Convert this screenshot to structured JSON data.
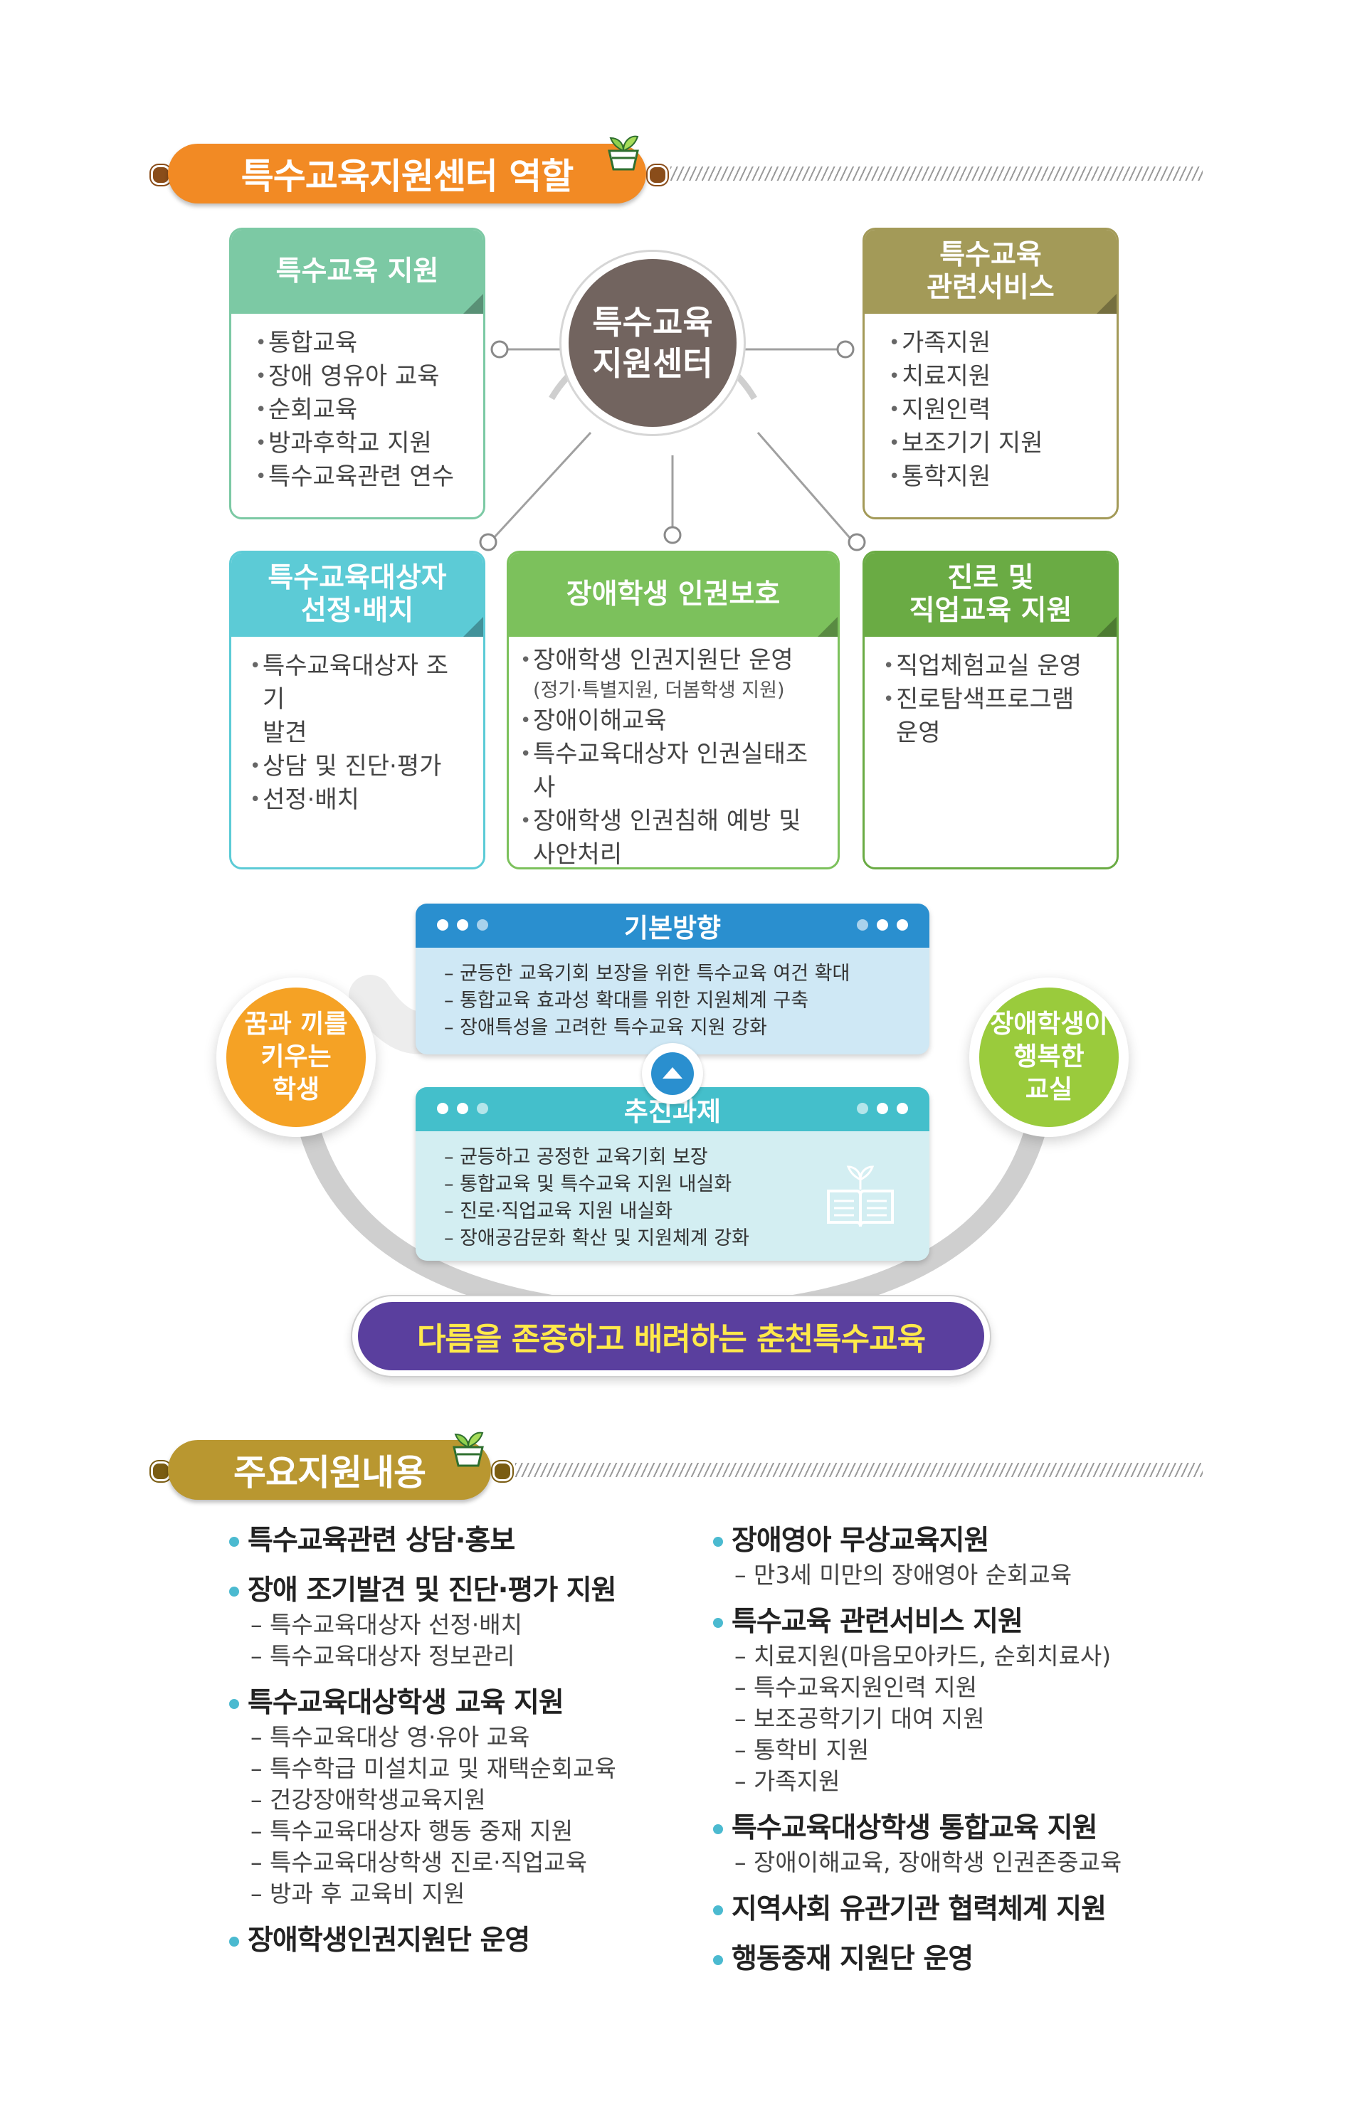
{
  "section1": {
    "title": "특수교육지원센터 역할",
    "pill_color": "#f28a24"
  },
  "center": {
    "line1": "특수교육",
    "line2": "지원센터"
  },
  "roles": {
    "support": {
      "title": "특수교육 지원",
      "color": "#7cc9a4",
      "items": [
        "통합교육",
        "장애 영유아 교육",
        "순회교육",
        "방과후학교 지원",
        "특수교육관련 연수"
      ]
    },
    "services": {
      "title_line1": "특수교육",
      "title_line2": "관련서비스",
      "color": "#a39a58",
      "items": [
        "가족지원",
        "치료지원",
        "지원인력",
        "보조기기 지원",
        "통학지원"
      ]
    },
    "selection": {
      "title_line1": "특수교육대상자",
      "title_line2": "선정·배치",
      "color": "#5ccbd6",
      "items": [
        "특수교육대상자 조기",
        "발견",
        "상담 및 진단·평가",
        "선정·배치"
      ]
    },
    "rights": {
      "title": "장애학생 인권보호",
      "color": "#7cc15c",
      "items": [
        "장애학생 인권지원단 운영",
        "(정기·특별지원, 더봄학생 지원)",
        "장애이해교육",
        "특수교육대상자 인권실태조사",
        "장애학생 인권침해 예방 및",
        "사안처리"
      ]
    },
    "career": {
      "title_line1": "진로 및",
      "title_line2": "직업교육 지원",
      "color": "#6aab44",
      "items": [
        "직업체험교실 운영",
        "진로탐색프로그램",
        "운영"
      ]
    }
  },
  "basic": {
    "title": "기본방향",
    "items": [
      "– 균등한 교육기회 보장을 위한 특수교육 여건 확대",
      "– 통합교육 효과성 확대를 위한 지원체계 구축",
      "– 장애특성을 고려한 특수교육 지원 강화"
    ]
  },
  "tasks": {
    "title": "추진과제",
    "items": [
      "– 균등하고 공정한 교육기회 보장",
      "– 통합교육 및 특수교육 지원 내실화",
      "– 진로·직업교육 지원 내실화",
      "– 장애공감문화 확산 및 지원체계 강화"
    ]
  },
  "left_circle": {
    "line1": "꿈과 끼를",
    "line2": "키우는",
    "line3": "학생"
  },
  "right_circle": {
    "line1": "장애학생이",
    "line2": "행복한",
    "line3": "교실"
  },
  "motto": "다름을 존중하고 배려하는 춘천특수교육",
  "section2": {
    "title": "주요지원내용",
    "pill_color": "#b99730"
  },
  "support_left": [
    {
      "title": "특수교육관련 상담·홍보",
      "subs": []
    },
    {
      "title": "장애 조기발견 및 진단·평가 지원",
      "subs": [
        "– 특수교육대상자 선정·배치",
        "– 특수교육대상자 정보관리"
      ]
    },
    {
      "title": "특수교육대상학생 교육 지원",
      "subs": [
        "– 특수교육대상 영·유아 교육",
        "– 특수학급 미설치교 및 재택순회교육",
        "– 건강장애학생교육지원",
        "– 특수교육대상자 행동 중재 지원",
        "– 특수교육대상학생 진로·직업교육",
        "– 방과 후 교육비 지원"
      ]
    },
    {
      "title": "장애학생인권지원단 운영",
      "subs": []
    }
  ],
  "support_right": [
    {
      "title": "장애영아 무상교육지원",
      "subs": [
        "– 만3세 미만의 장애영아 순회교육"
      ]
    },
    {
      "title": "특수교육 관련서비스 지원",
      "subs": [
        "– 치료지원(마음모아카드, 순회치료사)",
        "– 특수교육지원인력 지원",
        "– 보조공학기기 대여 지원",
        "– 통학비 지원",
        "– 가족지원"
      ]
    },
    {
      "title": "특수교육대상학생 통합교육 지원",
      "subs": [
        "– 장애이해교육, 장애학생 인권존중교육"
      ]
    },
    {
      "title": "지역사회 유관기관 협력체계 지원",
      "subs": []
    },
    {
      "title": "행동중재 지원단 운영",
      "subs": []
    }
  ]
}
